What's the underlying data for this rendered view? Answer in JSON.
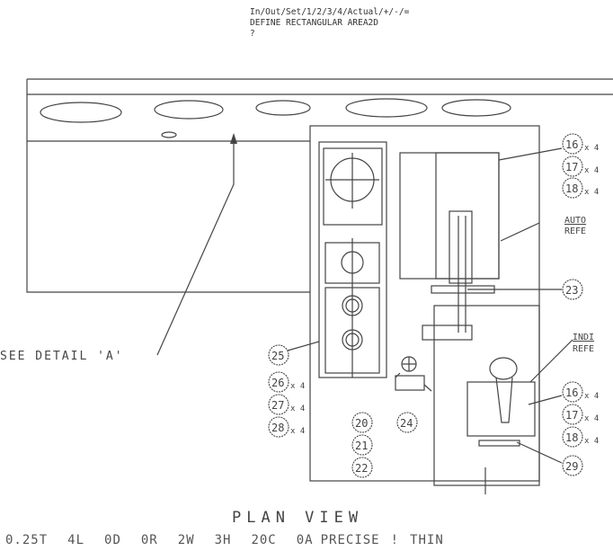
{
  "command_area": {
    "line1": "In/Out/Set/1/2/3/4/Actual/+/-/=",
    "line2": "DEFINE RECTANGULAR AREA2D",
    "prompt": "?"
  },
  "drawing": {
    "view_title": "PLAN VIEW",
    "detail_label": "SEE DETAIL 'A'",
    "note_auto": [
      "AUTO",
      "REFE"
    ],
    "note_indi": [
      "INDI",
      "REFE"
    ],
    "balloons_left": [
      {
        "num": "25",
        "qty": ""
      },
      {
        "num": "26",
        "qty": "x 4"
      },
      {
        "num": "27",
        "qty": "x 4"
      },
      {
        "num": "28",
        "qty": "x 4"
      }
    ],
    "balloons_mid": [
      "20",
      "21",
      "22"
    ],
    "balloon_24": "24",
    "balloons_right_top": [
      {
        "num": "16",
        "qty": "x 4"
      },
      {
        "num": "17",
        "qty": "x 4"
      },
      {
        "num": "18",
        "qty": "x 4"
      }
    ],
    "balloon_23": "23",
    "balloons_right_bottom": [
      {
        "num": "16",
        "qty": "x 4"
      },
      {
        "num": "17",
        "qty": "x 4"
      },
      {
        "num": "18",
        "qty": "x 4"
      }
    ],
    "balloon_29": "29"
  },
  "status_bar": {
    "items": [
      "0.25T",
      "4L",
      "0D",
      "0R",
      "2W",
      "3H",
      "20C",
      "0A",
      "PRECISE",
      "!",
      "THIN"
    ]
  }
}
